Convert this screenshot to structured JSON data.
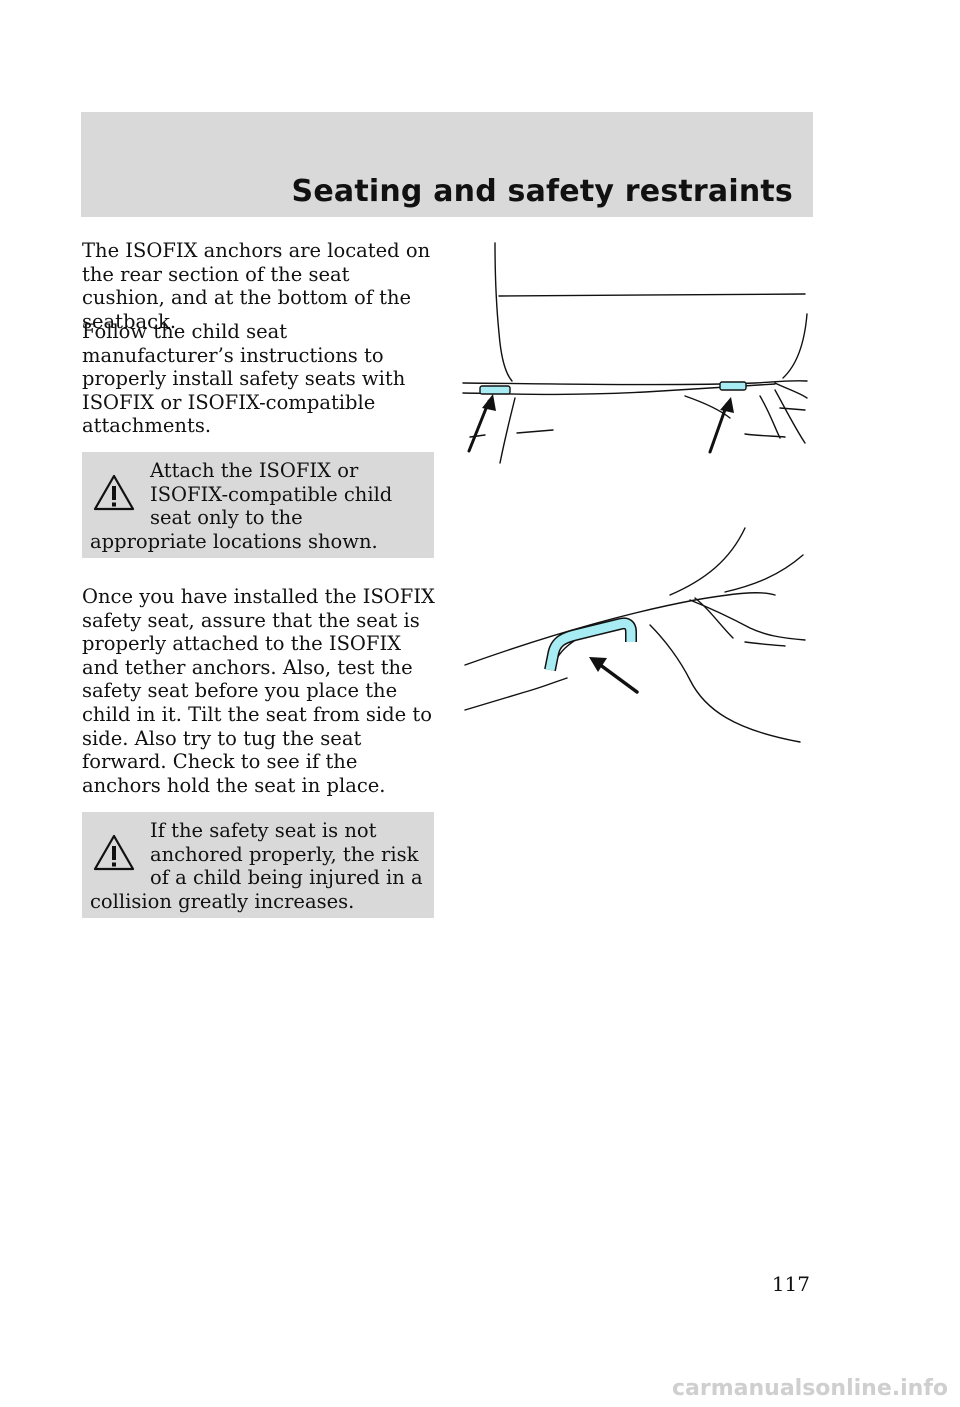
{
  "header": {
    "title": "Seating and safety restraints"
  },
  "paragraphs": {
    "anchors_location": "The ISOFIX anchors are located on the rear section of the seat cushion, and at the bottom of the seatback.",
    "follow_instructions": "Follow the child seat manufacturer’s instructions to properly install safety seats with ISOFIX or ISOFIX-compatible attachments.",
    "after_install": "Once you have installed the ISOFIX safety seat, assure that the seat is properly attached to the ISOFIX and tether anchors. Also, test the safety seat before you place the child in it. Tilt the seat from side to side. Also try to tug the seat forward. Check to see if the anchors hold the seat in place."
  },
  "warnings": [
    {
      "icon": "warning-triangle-icon",
      "text": "Attach the ISOFIX or ISOFIX-compatible child seat only to the appropriate locations shown."
    },
    {
      "icon": "warning-triangle-icon",
      "text": "If the safety seat is not anchored properly, the risk of a child being injured in a collision greatly increases."
    }
  ],
  "figures": {
    "anchor_highlight_color": "#a6ecf2",
    "line_color": "#111111"
  },
  "footer": {
    "page_number": "117",
    "watermark": "carmanualsonline.info"
  }
}
